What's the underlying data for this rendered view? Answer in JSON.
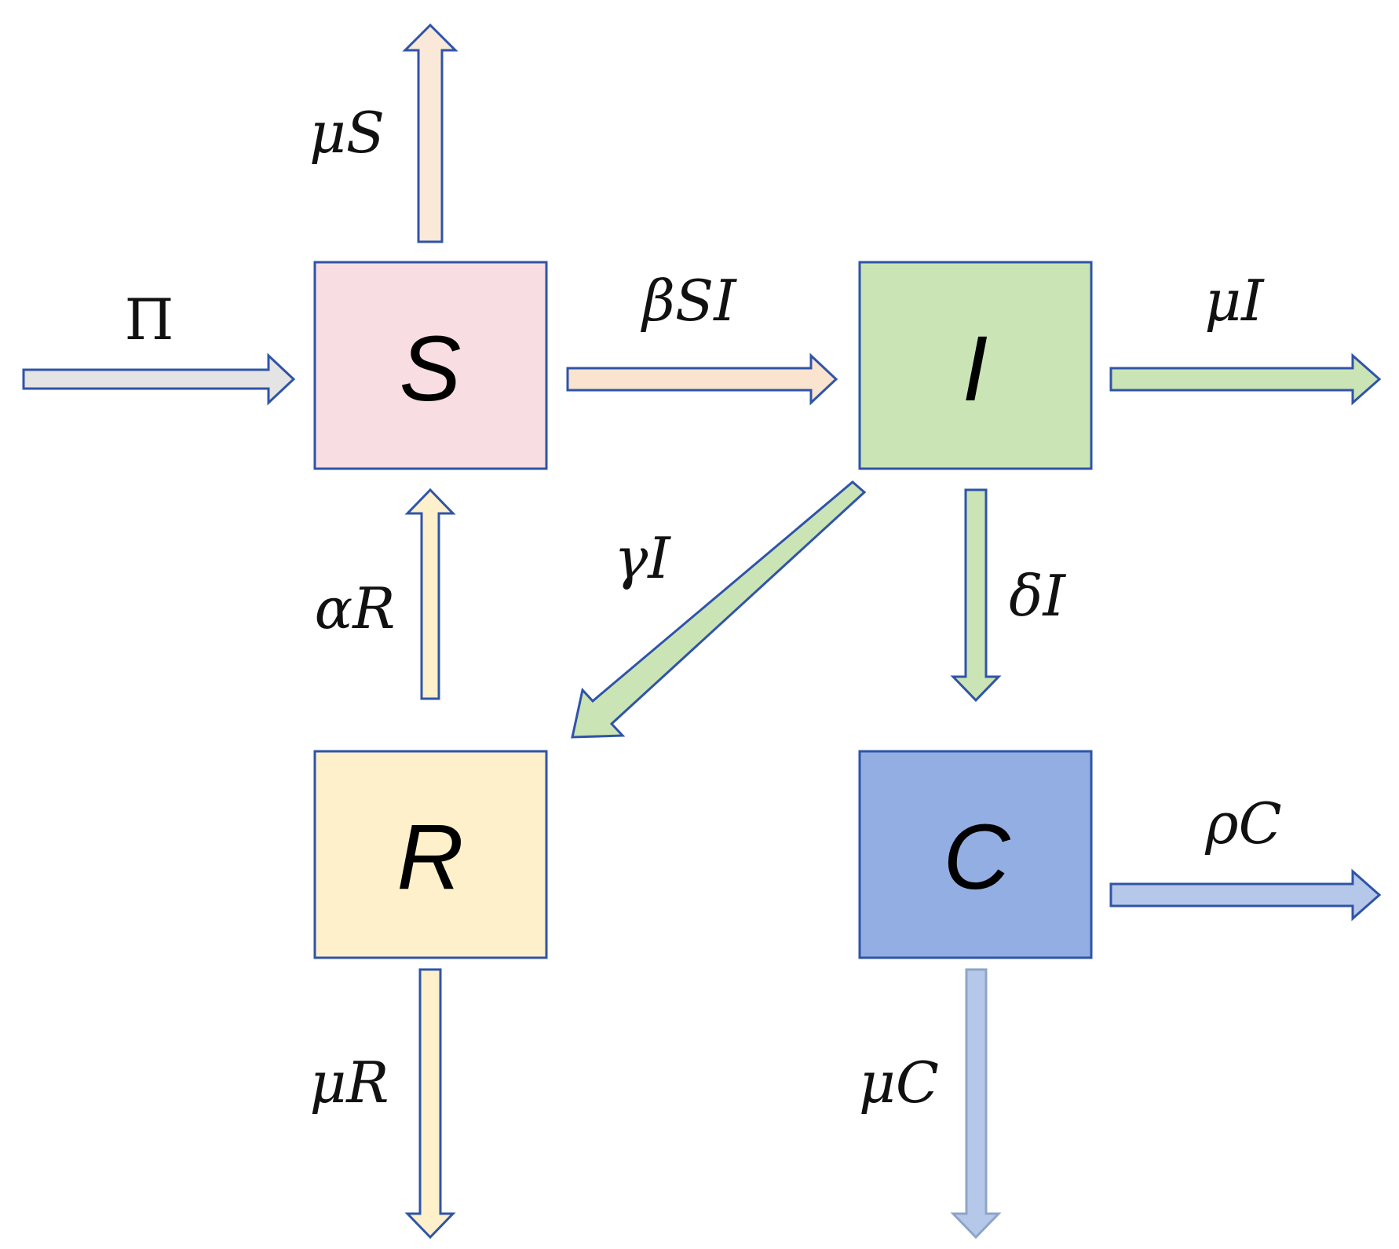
{
  "compartments": {
    "S": {
      "label": "S",
      "fill": "#f8dde3"
    },
    "I": {
      "label": "I",
      "fill": "#cbe4b5"
    },
    "R": {
      "label": "R",
      "fill": "#fdf0ca"
    },
    "C": {
      "label": "C",
      "fill": "#93aee2"
    }
  },
  "flows": {
    "birth": {
      "label": "Π",
      "fill": "#e4e4e4"
    },
    "death_S": {
      "label": "μS",
      "fill": "#fae8d8"
    },
    "infection": {
      "label": "βSI",
      "fill": "#fae3cf"
    },
    "death_I": {
      "label": "μI",
      "fill": "#cbe4b5"
    },
    "recovery": {
      "label": "γI",
      "fill": "#cbe4b5"
    },
    "to_carrier": {
      "label": "δI",
      "fill": "#cbe4b5"
    },
    "loss_immunity": {
      "label": "αR",
      "fill": "#fdf0ca"
    },
    "death_R": {
      "label": "μR",
      "fill": "#fdf0ca"
    },
    "death_C": {
      "label": "μC",
      "fill": "#b6c8ea"
    },
    "carrier_exit": {
      "label": "ρC",
      "fill": "#b6c8ea"
    }
  },
  "colors": {
    "outline": "#2f54a8",
    "outline_faded": "#8ea4c8"
  }
}
